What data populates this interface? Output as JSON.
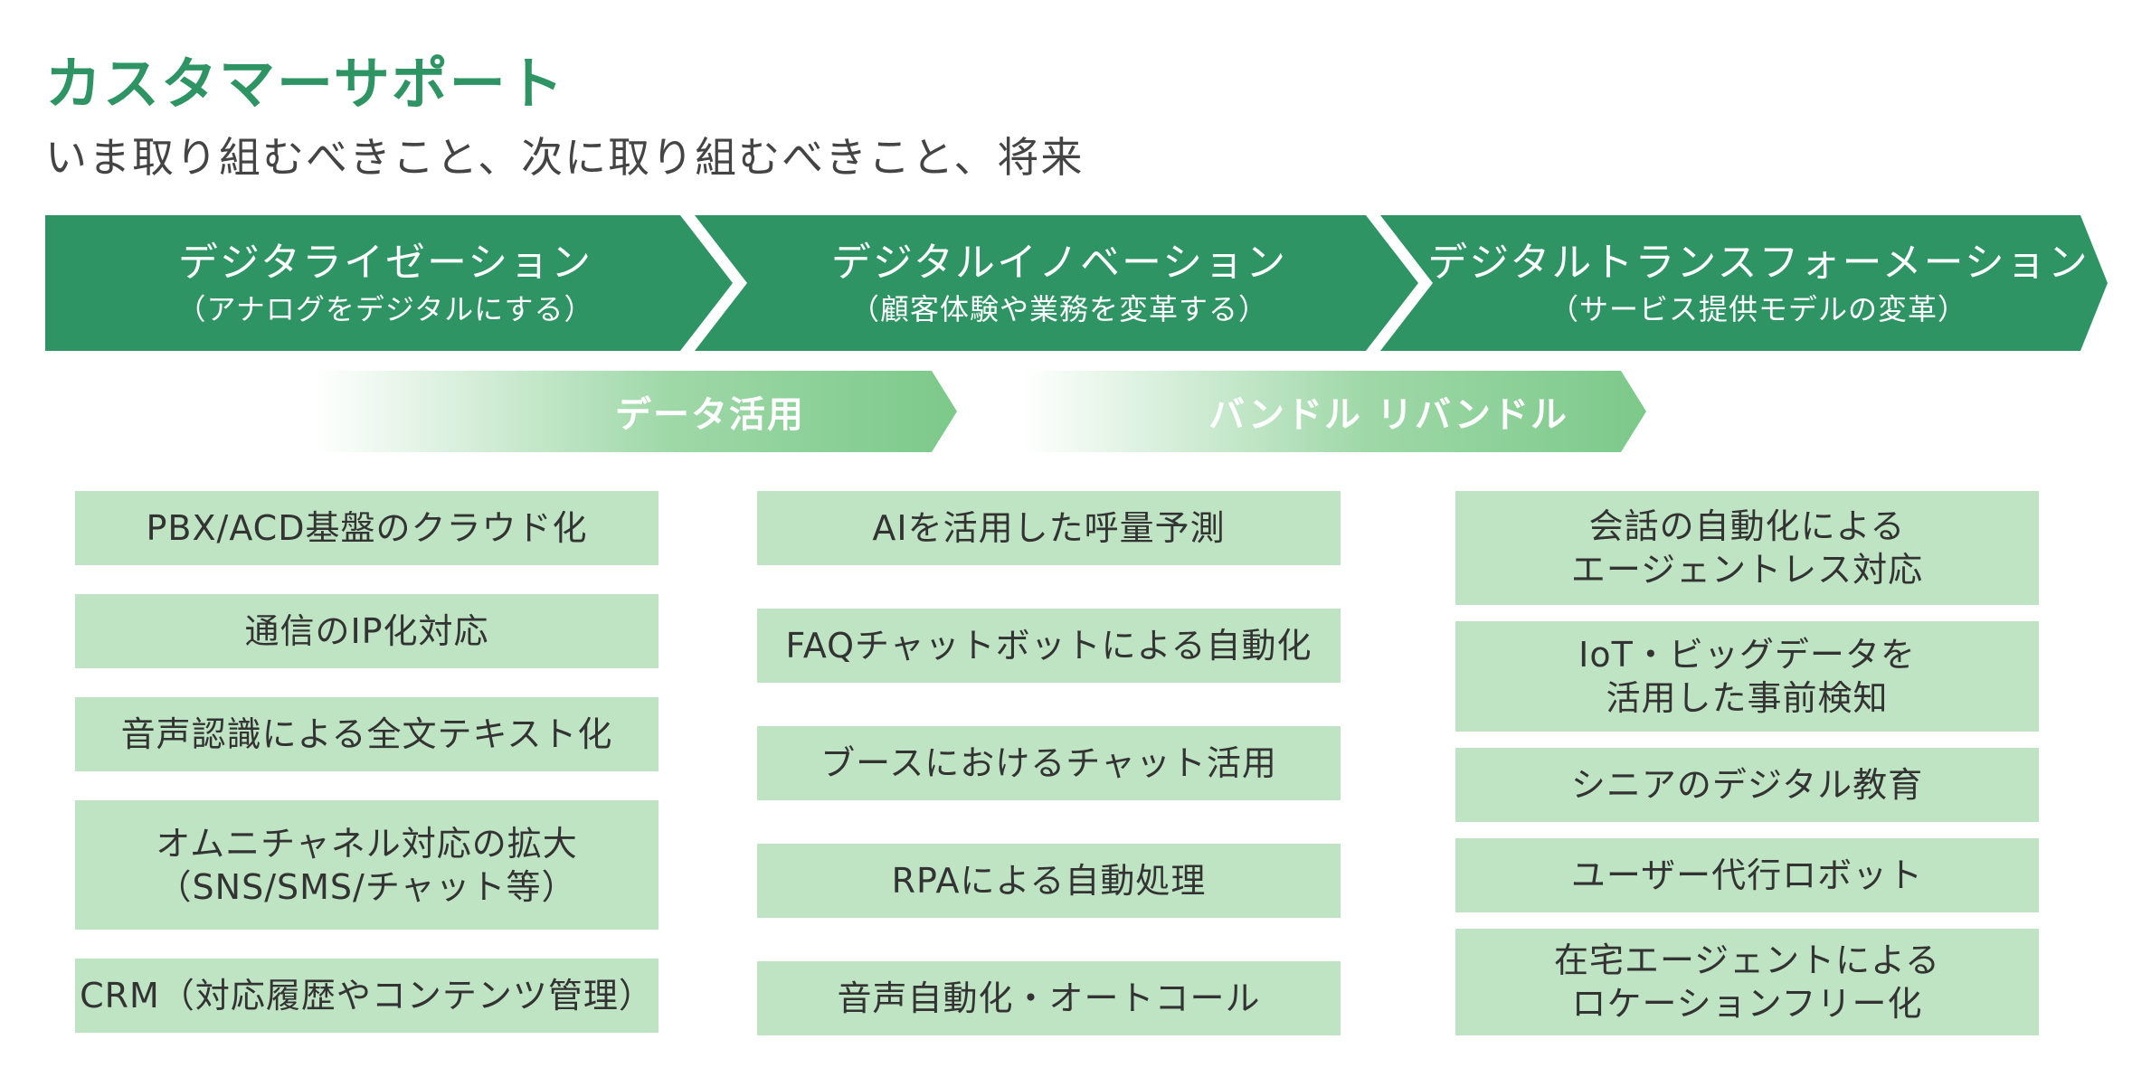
{
  "header": {
    "title": "カスタマーサポート",
    "subtitle": "いま取り組むべきこと、次に取り組むべきこと、将来"
  },
  "colors": {
    "phase": "#2e9463",
    "band_start": "#ffffff",
    "band_end": "#7cc98a",
    "item_bg": "#bfe4c3",
    "title": "#2e9463"
  },
  "phases": [
    {
      "title": "デジタライゼーション",
      "subtitle": "（アナログをデジタルにする）"
    },
    {
      "title": "デジタルイノベーション",
      "subtitle": "（顧客体験や業務を変革する）"
    },
    {
      "title": "デジタルトランスフォーメーション",
      "subtitle": "（サービス提供モデルの変革）"
    }
  ],
  "bands": [
    {
      "label": "データ活用"
    },
    {
      "label": "バンドル リバンドル"
    }
  ],
  "columns": [
    {
      "items": [
        {
          "lines": [
            "PBX/ACD基盤のクラウド化"
          ]
        },
        {
          "lines": [
            "通信のIP化対応"
          ]
        },
        {
          "lines": [
            "音声認識による全文テキスト化"
          ]
        },
        {
          "lines": [
            "オムニチャネル対応の拡大",
            "（SNS/SMS/チャット等）"
          ]
        },
        {
          "lines": [
            "CRM（対応履歴やコンテンツ管理）"
          ]
        }
      ]
    },
    {
      "items": [
        {
          "lines": [
            "AIを活用した呼量予測"
          ]
        },
        {
          "lines": [
            "FAQチャットボットによる自動化"
          ]
        },
        {
          "lines": [
            "ブースにおけるチャット活用"
          ]
        },
        {
          "lines": [
            "RPAによる自動処理"
          ]
        },
        {
          "lines": [
            "音声自動化・オートコール"
          ]
        }
      ]
    },
    {
      "items": [
        {
          "lines": [
            "会話の自動化による",
            "エージェントレス対応"
          ]
        },
        {
          "lines": [
            "IoT・ビッグデータを",
            "活用した事前検知"
          ]
        },
        {
          "lines": [
            "シニアのデジタル教育"
          ]
        },
        {
          "lines": [
            "ユーザー代行ロボット"
          ]
        },
        {
          "lines": [
            "在宅エージェントによる",
            "ロケーションフリー化"
          ]
        }
      ]
    }
  ]
}
